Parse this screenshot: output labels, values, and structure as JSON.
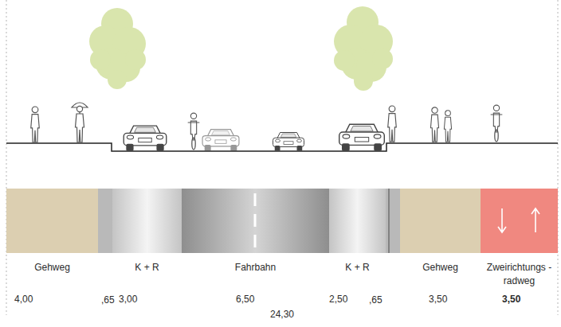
{
  "diagram": {
    "nodes": [
      {
        "text": [
          "Gehweg",
          "4,00"
        ]
      },
      {
        "text": [
          "K + R",
          "3,00"
        ]
      },
      {
        "text": [
          "Fahrbahn",
          "6,50"
        ]
      },
      {
        "text": [
          "K + R",
          "2,50"
        ]
      },
      {
        "text": [
          "Gehweg",
          "3,50"
        ]
      },
      {
        "text": [
          "Zweirichtungs -radweg",
          "3,50"
        ]
      }
    ],
    "labels": [
      ",65",
      ",65",
      "24,30"
    ]
  }
}
